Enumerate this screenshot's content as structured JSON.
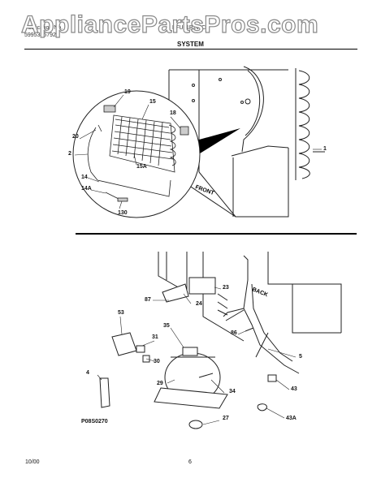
{
  "watermark": "AppliancePartsPros.com",
  "header": {
    "left_line1": "Publication No.",
    "left_line2": "5995345792",
    "center": "FFU11B2WCC",
    "section": "SYSTEM"
  },
  "top_diagram": {
    "callouts": [
      "19",
      "15",
      "18",
      "20",
      "2",
      "15A",
      "1",
      "14",
      "14A",
      "130"
    ],
    "front_label": "FRONT"
  },
  "bottom_diagram": {
    "callouts": [
      "87",
      "23",
      "24",
      "53",
      "35",
      "31",
      "86",
      "30",
      "29",
      "4",
      "34",
      "5",
      "43",
      "43A",
      "27"
    ],
    "back_label": "BACK",
    "figure_code": "P08S0270"
  },
  "footer": {
    "date": "10/00",
    "page": "6"
  }
}
